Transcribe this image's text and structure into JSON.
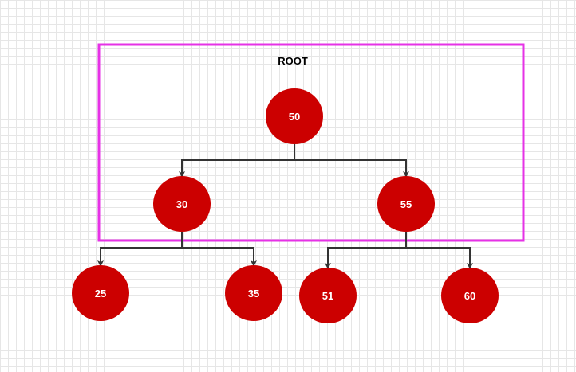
{
  "colors": {
    "node_fill": "#cc0000",
    "node_text": "#ffffff",
    "edge": "#333333",
    "highlight_border": "#e632e6",
    "grid_line": "#e6e6e6",
    "background": "#ffffff"
  },
  "region": {
    "label": "ROOT"
  },
  "tree": {
    "nodes": [
      {
        "id": "n50",
        "label": "50"
      },
      {
        "id": "n30",
        "label": "30"
      },
      {
        "id": "n55",
        "label": "55"
      },
      {
        "id": "n25",
        "label": "25"
      },
      {
        "id": "n35",
        "label": "35"
      },
      {
        "id": "n51",
        "label": "51"
      },
      {
        "id": "n60",
        "label": "60"
      }
    ],
    "edges": [
      {
        "from": "n50",
        "to": "n30"
      },
      {
        "from": "n50",
        "to": "n55"
      },
      {
        "from": "n30",
        "to": "n25"
      },
      {
        "from": "n30",
        "to": "n35"
      },
      {
        "from": "n55",
        "to": "n51"
      },
      {
        "from": "n55",
        "to": "n60"
      }
    ]
  }
}
